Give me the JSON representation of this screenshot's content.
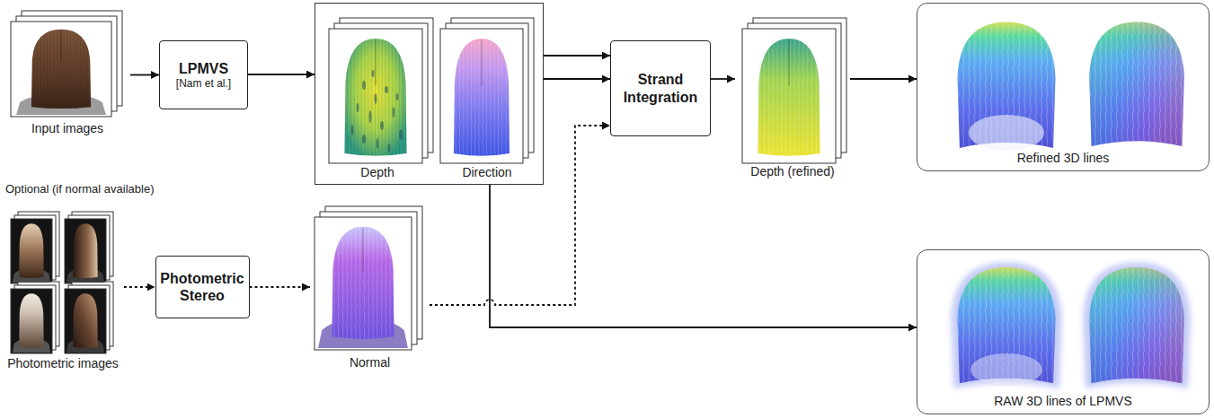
{
  "diagram": {
    "nodes": [
      {
        "text": [
          "Input images"
        ]
      },
      {
        "text": [
          "LPMVS",
          "[Nam et al.]"
        ]
      },
      {
        "text": []
      },
      {
        "text": [
          "Depth"
        ],
        "in": 2
      },
      {
        "text": [
          "Direction"
        ],
        "in": 2
      },
      {
        "text": [
          "Strand Integration"
        ]
      },
      {
        "text": [
          "Depth (refined)"
        ]
      },
      {
        "text": [
          "Refined 3D lines"
        ]
      },
      {
        "text": [
          "Photometric images"
        ]
      },
      {
        "text": [
          "Photometric Stereo"
        ]
      },
      {
        "text": [
          "Normal"
        ]
      },
      {
        "text": [
          "RAW 3D lines of LPMVS"
        ]
      }
    ],
    "edges": [
      {
        "from": 0,
        "to": 1,
        "arrow": "to"
      },
      {
        "from": 1,
        "to": 2,
        "arrow": "to"
      },
      {
        "from": 2,
        "to": 5,
        "arrow": "to"
      },
      {
        "from": 2,
        "to": 5,
        "arrow": "to"
      },
      {
        "from": 5,
        "to": 6,
        "arrow": "to"
      },
      {
        "from": 6,
        "to": 7,
        "arrow": "to"
      },
      {
        "from": 2,
        "to": 11,
        "arrow": "to"
      },
      {
        "from": 8,
        "to": 9,
        "arrow": "to"
      },
      {
        "from": 9,
        "to": 10,
        "arrow": "to"
      },
      {
        "from": 10,
        "to": 5,
        "arrow": "to"
      }
    ],
    "labels": [
      "Optional (if normal available)"
    ]
  }
}
